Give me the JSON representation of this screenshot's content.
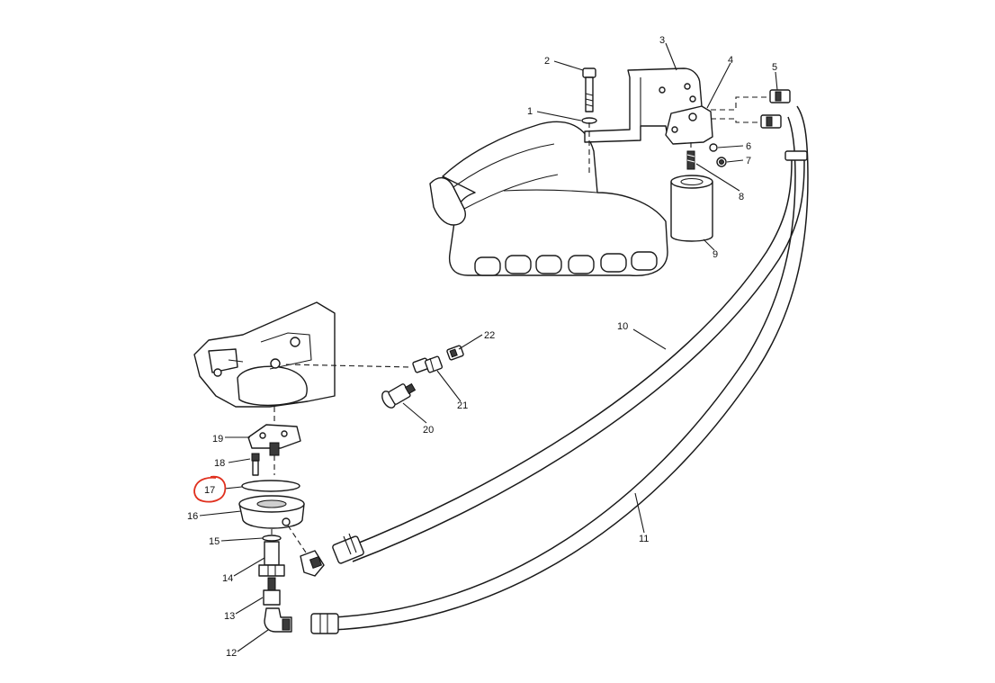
{
  "diagram": {
    "callouts": [
      "1",
      "2",
      "3",
      "4",
      "5",
      "6",
      "7",
      "8",
      "9",
      "10",
      "11",
      "12",
      "13",
      "14",
      "15",
      "16",
      "17",
      "18",
      "19",
      "20",
      "21",
      "22"
    ],
    "highlighted_callout": "17",
    "highlight_color": "#e0301e"
  }
}
